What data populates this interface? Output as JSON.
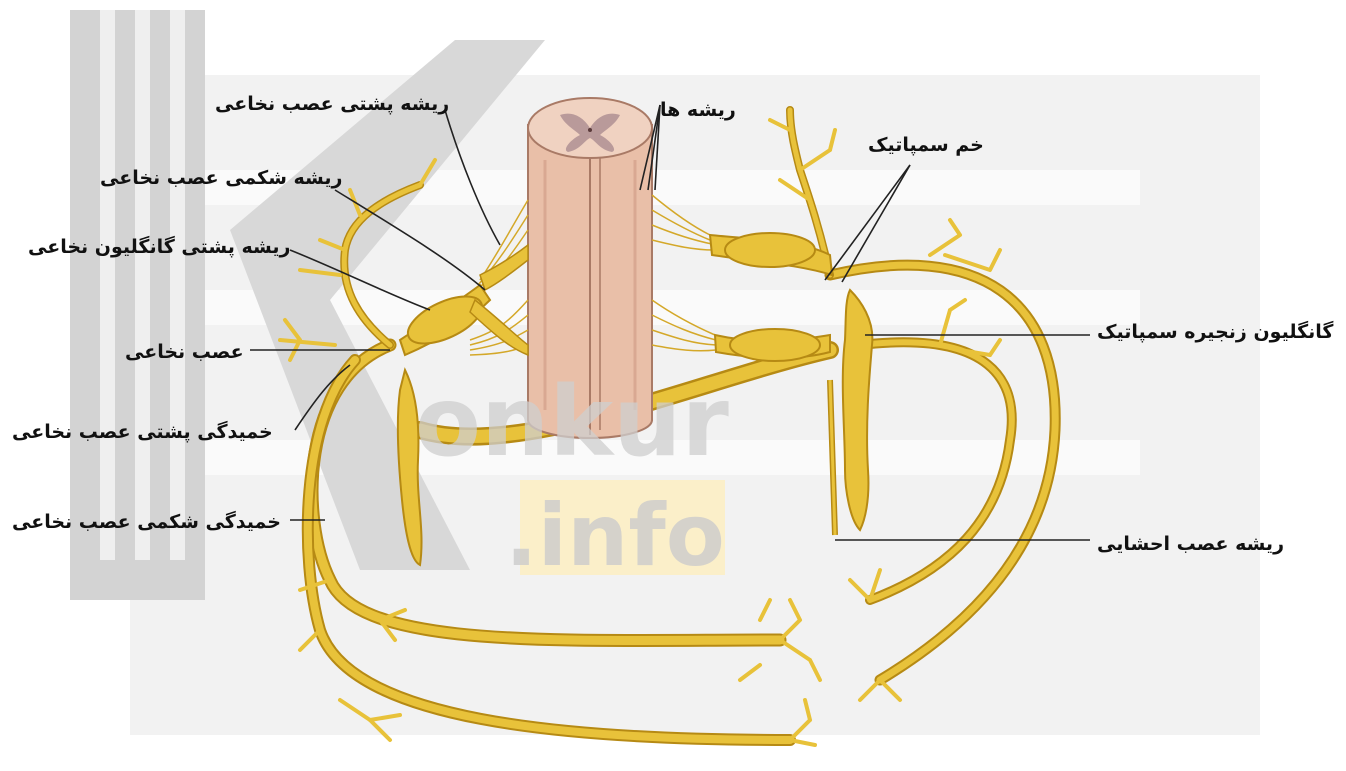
{
  "labels": {
    "dorsal_root": "ریشه پشتی عصب نخاعی",
    "ventral_root": "ریشه شکمی عصب نخاعی",
    "dorsal_root_ganglion": "ریشه پشتی گانگلیون نخاعی",
    "spinal_nerve": "عصب نخاعی",
    "dorsal_ramus": "خمیدگی پشتی عصب نخاعی",
    "ventral_ramus": "خمیدگی شکمی عصب نخاعی",
    "rootlets": "ریشه ها",
    "sympathetic_ramus": "خم سمپاتیک",
    "sympathetic_chain_ganglion": "گانگلیون زنجیره سمپاتیک",
    "visceral_nerve_root": "ریشه عصب احشایی"
  },
  "watermark": {
    "text_main": "onkur",
    "text_sub": ".info"
  },
  "colors": {
    "nerve": "#e8c23a",
    "nerve_edge": "#b68a14",
    "cord": "#e9bfa8",
    "cord_edge": "#a97a66",
    "grey_matter": "#b99a9a",
    "watermark": "#d9d9d9",
    "info_box": "#fbefc9"
  }
}
